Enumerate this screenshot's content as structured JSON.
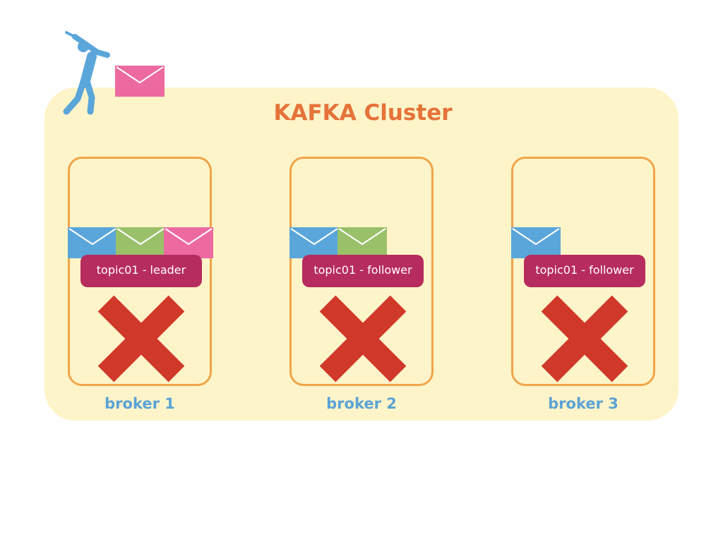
{
  "cluster": {
    "title": "KAFKA Cluster"
  },
  "brokers": [
    {
      "label": "broker 1",
      "topic": "topic01 - leader",
      "messages": [
        "blue",
        "green",
        "pink"
      ],
      "status": "failed"
    },
    {
      "label": "broker 2",
      "topic": "topic01 - follower",
      "messages": [
        "blue",
        "green"
      ],
      "status": "failed"
    },
    {
      "label": "broker 3",
      "topic": "topic01 - follower",
      "messages": [
        "blue"
      ],
      "status": "failed"
    }
  ],
  "producer": {
    "icon": "golfer-icon",
    "message_color": "pink"
  },
  "colors": {
    "cluster_background": "#fef4c9",
    "cluster_title": "#e5733a",
    "broker_border": "#f0a54a",
    "broker_label": "#5ba3d6",
    "topic_background": "#b62c5e",
    "cross": "#d0382a",
    "message_blue": "#5aa6da",
    "message_green": "#9ac06a",
    "message_pink": "#ec6aa0",
    "producer": "#5aa6da"
  }
}
